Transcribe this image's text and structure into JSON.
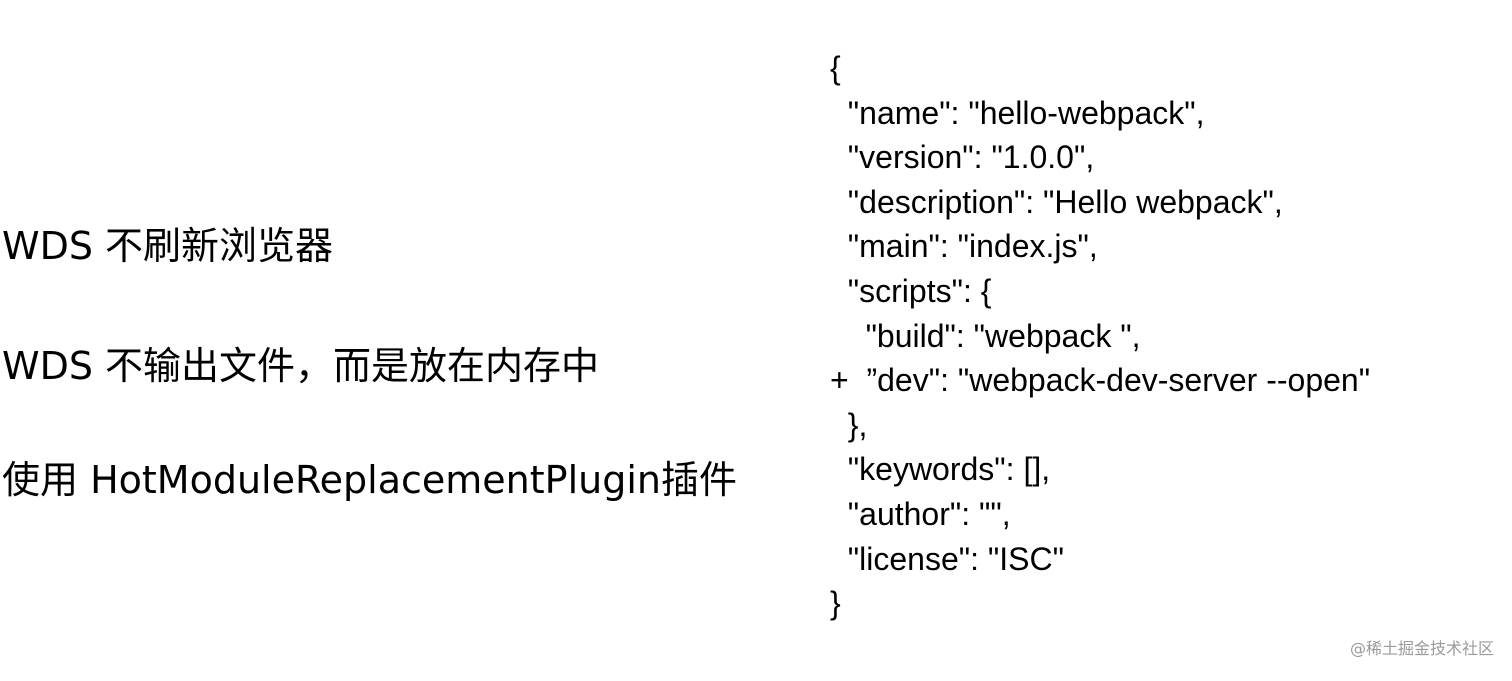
{
  "bullets": [
    "WDS 不刷新浏览器",
    "WDS 不输出文件，而是放在内存中",
    "使用 HotModuleReplacementPlugin插件"
  ],
  "code_lines": [
    "{",
    "  \"name\": \"hello-webpack\",",
    "  \"version\": \"1.0.0\",",
    "  \"description\": \"Hello webpack\",",
    "  \"main\": \"index.js\",",
    "  \"scripts\": {",
    "    \"build\": \"webpack \",",
    "+  ”dev\": \"webpack-dev-server --open\"",
    "  },",
    "  \"keywords\": [],",
    "  \"author\": \"\",",
    "  \"license\": \"ISC\"",
    "}"
  ],
  "watermark": "@稀土掘金技术社区"
}
